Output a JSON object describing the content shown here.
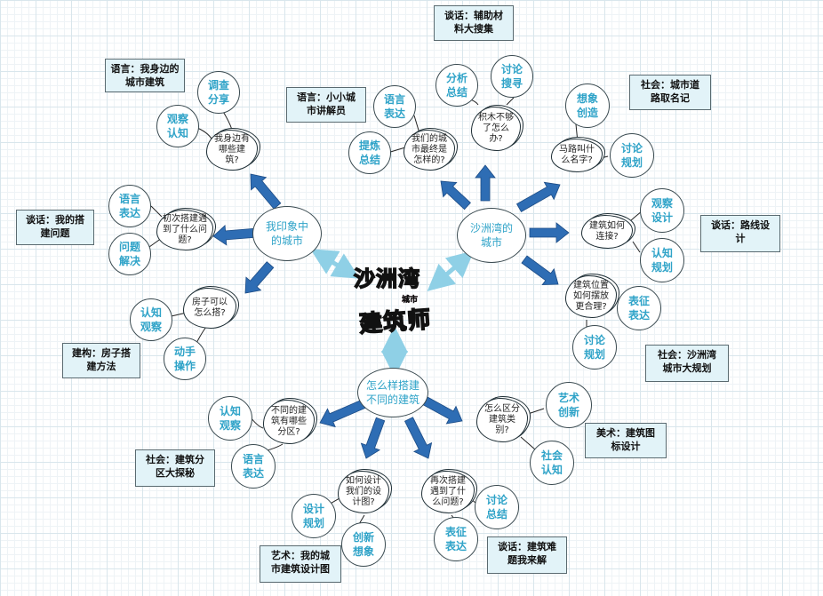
{
  "title": {
    "line1": "沙洲湾",
    "small": "城市",
    "line2": "建筑师"
  },
  "colors": {
    "arrow": "#2e6db4",
    "arrow_light": "#8fd0e6",
    "box_fill": "#e2f3f8",
    "text_accent": "#2fa3c8"
  },
  "main_topics": [
    {
      "text": "我印象中\n的城市"
    },
    {
      "text": "沙洲湾的\n城市"
    },
    {
      "text": "怎么样搭建\n不同的建筑"
    }
  ],
  "questions": [
    {
      "text": "我身边有\n哪些建\n筑?"
    },
    {
      "text": "初次搭建遇\n到了什么问\n题?"
    },
    {
      "text": "房子可以\n怎么搭?"
    },
    {
      "text": "我们的城\n市最终是\n怎样的?"
    },
    {
      "text": "积木不够\n了怎么\n办?"
    },
    {
      "text": "马路叫什\n么名字?"
    },
    {
      "text": "建筑如何\n连接?"
    },
    {
      "text": "建筑位置\n如何摆放\n更合理?"
    },
    {
      "text": "不同的建\n筑有哪些\n分区?"
    },
    {
      "text": "如何设计\n我们的设\n计图?"
    },
    {
      "text": "再次搭建\n遇到了什\n么问题?"
    },
    {
      "text": "怎么区分\n建筑类\n别?"
    }
  ],
  "skills": [
    "观察\n认知",
    "调查\n分享",
    "语言\n表达",
    "问题\n解决",
    "认知\n观察",
    "动手\n操作",
    "语言\n表达",
    "提炼\n总结",
    "分析\n总结",
    "讨论\n搜寻",
    "想象\n创造",
    "讨论\n规划",
    "观察\n设计",
    "认知\n规划",
    "表征\n表达",
    "讨论\n规划",
    "认知\n观察",
    "语言\n表达",
    "设计\n规划",
    "创新\n想象",
    "讨论\n总结",
    "表征\n表达",
    "艺术\n创新",
    "社会\n认知"
  ],
  "activities": [
    {
      "text": "语言：我身边的\n城市建筑"
    },
    {
      "text": "谈话：我的搭\n建问题"
    },
    {
      "text": "建构：房子搭\n建方法"
    },
    {
      "text": "语言：小小城\n市讲解员"
    },
    {
      "text": "谈话：辅助材\n料大搜集"
    },
    {
      "text": "社会：城市道\n路取名记"
    },
    {
      "text": "谈话：路线设\n计"
    },
    {
      "text": "社会：沙洲湾\n城市大规划"
    },
    {
      "text": "美术：建筑图\n标设计"
    },
    {
      "text": "谈话：建筑难\n题我来解"
    },
    {
      "text": "艺术：我的城\n市建筑设计图"
    },
    {
      "text": "社会：建筑分\n区大探秘"
    }
  ]
}
